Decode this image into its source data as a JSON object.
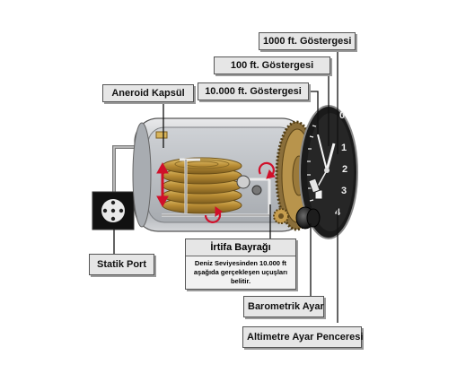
{
  "labels": {
    "indicator_1000": "1000 ft. Göstergesi",
    "indicator_100": "100 ft. Göstergesi",
    "indicator_10000": "10.000 ft. Göstergesi",
    "aneroid": "Aneroid Kapsül",
    "static_port": "Statik Port",
    "altitude_flag_title": "İrtifa Bayrağı",
    "altitude_flag_desc": "Deniz Seviyesinden 10.000 ft aşağıda gerçekleşen uçuşları belitir.",
    "barometric": "Barometrik Ayar",
    "altimeter_window": "Altimetre Ayar Penceresi"
  },
  "dial_digits": [
    "0",
    "1",
    "2",
    "3",
    "4"
  ],
  "colors": {
    "label_bg": "#e6e6e6",
    "case_body": "#b9bcc0",
    "capsule_gold": "#c9a24a",
    "arrow_red": "#d0102a",
    "tube_gray": "#8a8a8a"
  }
}
